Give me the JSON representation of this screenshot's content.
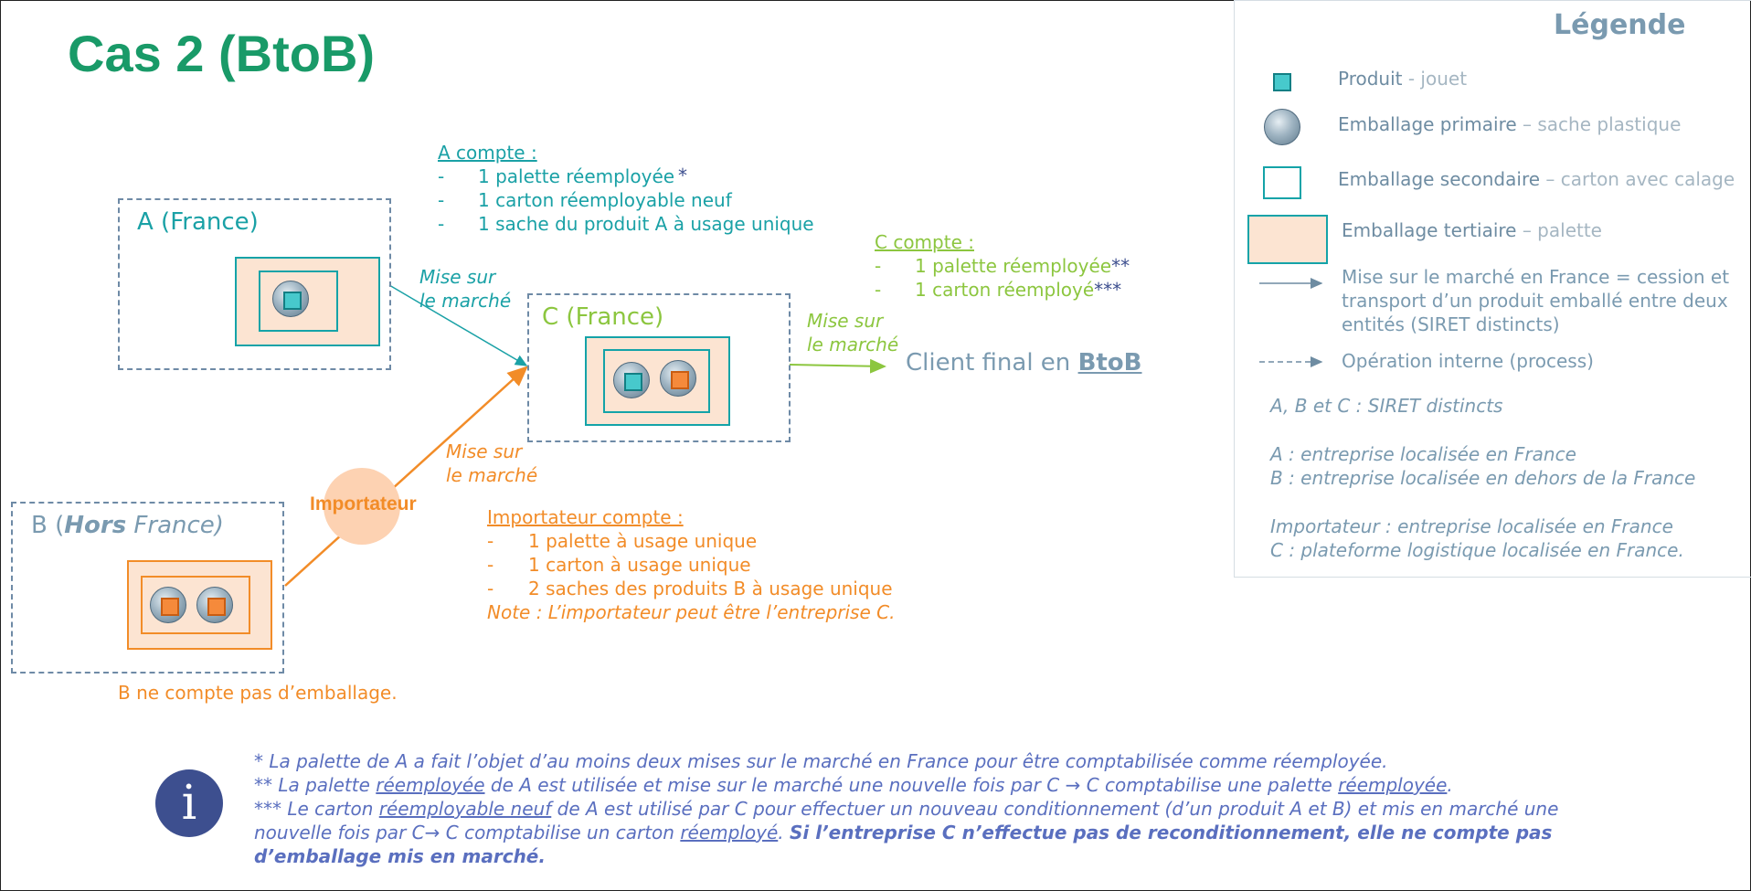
{
  "title": "Cas 2 (BtoB)",
  "colors": {
    "teal": "#1aa1a6",
    "green": "#8cc63f",
    "orange": "#f28c28",
    "grey_blue": "#7a9ab0",
    "navy": "#3d4f8f",
    "title_green": "#199a68"
  },
  "entity_a": {
    "label": "A (France)"
  },
  "entity_b": {
    "label_prefix": "B (",
    "label_bold": "Hors",
    "label_suffix": " France)",
    "note": "B ne compte pas d’emballage."
  },
  "entity_c": {
    "label": "C (France)"
  },
  "importer_label": "Importateur",
  "client_final": {
    "prefix": "Client final en ",
    "bold": "BtoB"
  },
  "arrows": {
    "a_to_c": {
      "label_1": "Mise sur",
      "label_2": "le marché"
    },
    "c_to_client": {
      "label_1": "Mise sur",
      "label_2": "le marché"
    },
    "importer_to_c": {
      "label_1": "Mise sur",
      "label_2": "le marché"
    }
  },
  "a_compte": {
    "heading": "A compte :",
    "items": [
      {
        "dash": "-",
        "text": "1 palette réemployée",
        "mark": "*"
      },
      {
        "dash": "-",
        "text": "1 carton réemployable neuf",
        "mark": ""
      },
      {
        "dash": "-",
        "text": "1 sache du produit A à usage unique",
        "mark": ""
      }
    ]
  },
  "c_compte": {
    "heading": "C compte :",
    "items": [
      {
        "dash": "-",
        "text": "1 palette réemployée",
        "mark": "**"
      },
      {
        "dash": "-",
        "text": "1 carton réemployé",
        "mark": "***"
      }
    ]
  },
  "importer_compte": {
    "heading": "Importateur compte :",
    "items": [
      {
        "dash": "-",
        "text": "1 palette à usage unique"
      },
      {
        "dash": "-",
        "text": "1 carton à usage unique"
      },
      {
        "dash": "-",
        "text": "2 saches des produits B à usage unique"
      }
    ],
    "note": "Note : L’importateur peut être l’entreprise C."
  },
  "legend": {
    "title": "Légende",
    "produit": {
      "label": "Produit",
      "sub": " - jouet"
    },
    "primaire": {
      "label": "Emballage primaire",
      "sub": " – sache plastique"
    },
    "secondaire": {
      "label": "Emballage secondaire",
      "sub": " – carton avec calage"
    },
    "tertiaire": {
      "label": "Emballage tertiaire",
      "sub": " – palette"
    },
    "mise_marche": [
      "Mise sur le marché en France = cession et",
      "transport d’un produit emballé entre deux",
      "entités (SIRET distincts)"
    ],
    "operation": "Opération interne (process)",
    "notes": [
      "A, B et C : SIRET distincts",
      "A : entreprise localisée en France",
      "B : entreprise localisée en dehors de la France",
      "Importateur : entreprise localisée en France",
      "C : plateforme logistique localisée en France."
    ]
  },
  "info_icon": "info-icon",
  "footnotes": {
    "f1": "* La palette de A a fait l’objet d’au moins deux mises sur le marché en France pour être comptabilisée comme réemployée.",
    "f2_a": "** La palette ",
    "f2_u1": "réemployée",
    "f2_b": " de A est utilisée et mise sur le marché une nouvelle fois par C ",
    "f2_arrow": "→",
    "f2_c": " C comptabilise une palette ",
    "f2_u2": "réemployée",
    "f2_d": ".",
    "f3_a": "*** Le carton ",
    "f3_u1": "réemployable neuf",
    "f3_b": " de A est utilisé par C pour effectuer un nouveau conditionnement (d’un produit A et B) et mis en marché une",
    "f4_a": "nouvelle fois par C",
    "f4_arrow": "→",
    "f4_b": " C comptabilise un carton ",
    "f4_u": "réemployé",
    "f4_c": ". ",
    "f4_bold": "Si l’entreprise C n’effectue pas de reconditionnement, elle ne compte pas",
    "f5_bold": "d’emballage mis en marché."
  }
}
